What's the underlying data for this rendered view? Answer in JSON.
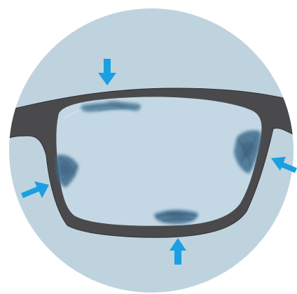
{
  "illustration": {
    "subject": "eyeglasses-lens-smudges",
    "colors": {
      "background": "#ffffff",
      "circle": "#bfd3df",
      "lens": "#c3d8e4",
      "frame": "#4a4a4c",
      "frame_edge": "#2f2f31",
      "smudge": "#3f6f90",
      "arrow": "#1a9fe3"
    },
    "arrows": [
      {
        "name": "arrow-top",
        "points_to": "top-smudge",
        "direction": "down"
      },
      {
        "name": "arrow-left",
        "points_to": "left-smudge",
        "direction": "up-right"
      },
      {
        "name": "arrow-right",
        "points_to": "right-smudge",
        "direction": "left"
      },
      {
        "name": "arrow-bottom",
        "points_to": "bottom-smudge",
        "direction": "up"
      }
    ]
  }
}
